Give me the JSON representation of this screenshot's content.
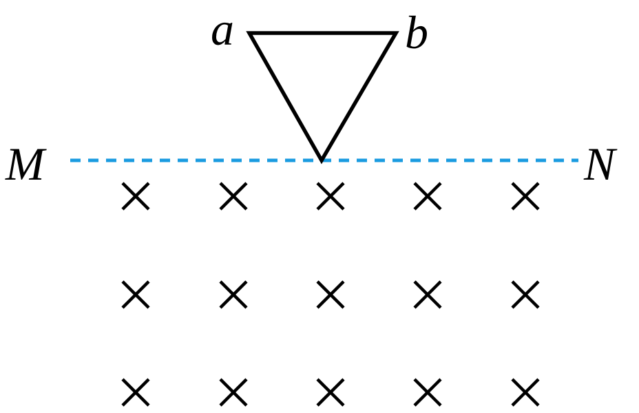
{
  "labels": {
    "a": "a",
    "b": "b",
    "M": "M",
    "N": "N"
  },
  "field": {
    "symbol": "cross",
    "rows": 3,
    "cols": 5
  },
  "colors": {
    "boundary_line": "#1a9be0",
    "ink": "#000000",
    "background": "#ffffff"
  }
}
